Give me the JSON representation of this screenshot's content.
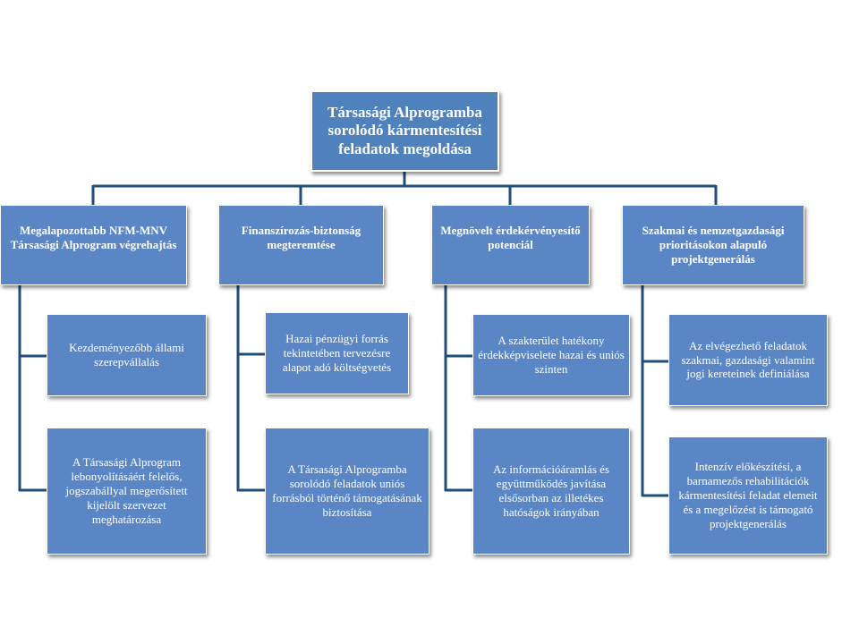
{
  "colors": {
    "box_fill": "#5b86c5",
    "root_fill": "#4f81bd",
    "connector": "#1f4e79",
    "text": "#ffffff"
  },
  "root": "Társasági Alprogramba sorolódó kármentesítési feladatok megoldása",
  "branches": [
    {
      "title": "Megalapozottabb NFM-MNV Társasági Alprogram végrehajtás",
      "children": [
        "Kezdeményezőbb állami szerepvállalás",
        "A Társasági Alprogram lebonyolításáért felelős, jogszabállyal megerősített kijelölt szervezet meghatározása"
      ]
    },
    {
      "title": "Finanszírozás-biztonság megteremtése",
      "children": [
        "Hazai pénzügyi forrás tekintetében tervezésre alapot adó költségvetés",
        "A Társasági Alprogramba sorolódó feladatok uniós forrásból történő támogatásának biztosítása"
      ]
    },
    {
      "title": "Megnövelt érdekérvényesítő potenciál",
      "children": [
        "A szakterület hatékony érdekképviselete hazai és uniós szinten",
        "Az információáramlás és együttműködés javítása elsősorban az illetékes hatóságok irányában"
      ]
    },
    {
      "title": "Szakmai és nemzetgazdasági prioritásokon alapuló projektgenerálás",
      "children": [
        "Az elvégezhető feladatok szakmai, gazdasági valamint jogi kereteinek definiálása",
        "Intenzív előkészítési, a barnamezős rehabilitációk kármentesítési feladat elemeit és a megelőzést is támogató projektgenerálás"
      ]
    }
  ]
}
